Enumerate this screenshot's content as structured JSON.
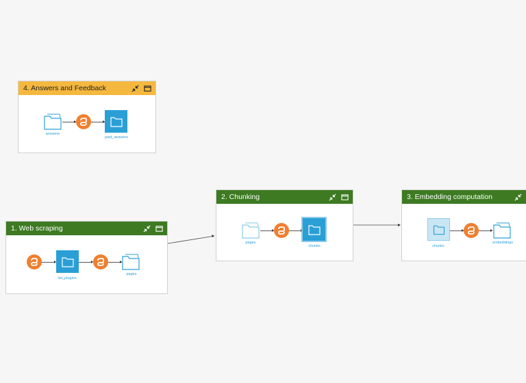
{
  "colors": {
    "zone_green": "#3d7a22",
    "zone_orange": "#f5b83f",
    "dataset_blue": "#2a9fd6",
    "recipe_orange": "#f07f2f",
    "background": "#f6f6f6"
  },
  "zones": {
    "answers": {
      "title": "4. Answers and Feedback",
      "icons": [
        "collapse-icon",
        "window-icon"
      ],
      "nodes": {
        "answers": "answers",
        "past_answers": "past_answers"
      }
    },
    "scraping": {
      "title": "1. Web scraping",
      "icons": [
        "collapse-icon",
        "window-icon"
      ],
      "nodes": {
        "list_plugins": "list_plugins",
        "pages": "pages"
      }
    },
    "chunking": {
      "title": "2. Chunking",
      "icons": [
        "collapse-icon",
        "window-icon"
      ],
      "nodes": {
        "pages": "pages",
        "chunks": "chunks"
      }
    },
    "embedding": {
      "title": "3. Embedding computation",
      "icons": [
        "collapse-icon"
      ],
      "nodes": {
        "chunks": "chunks",
        "embeddings": "embeddings"
      }
    }
  }
}
